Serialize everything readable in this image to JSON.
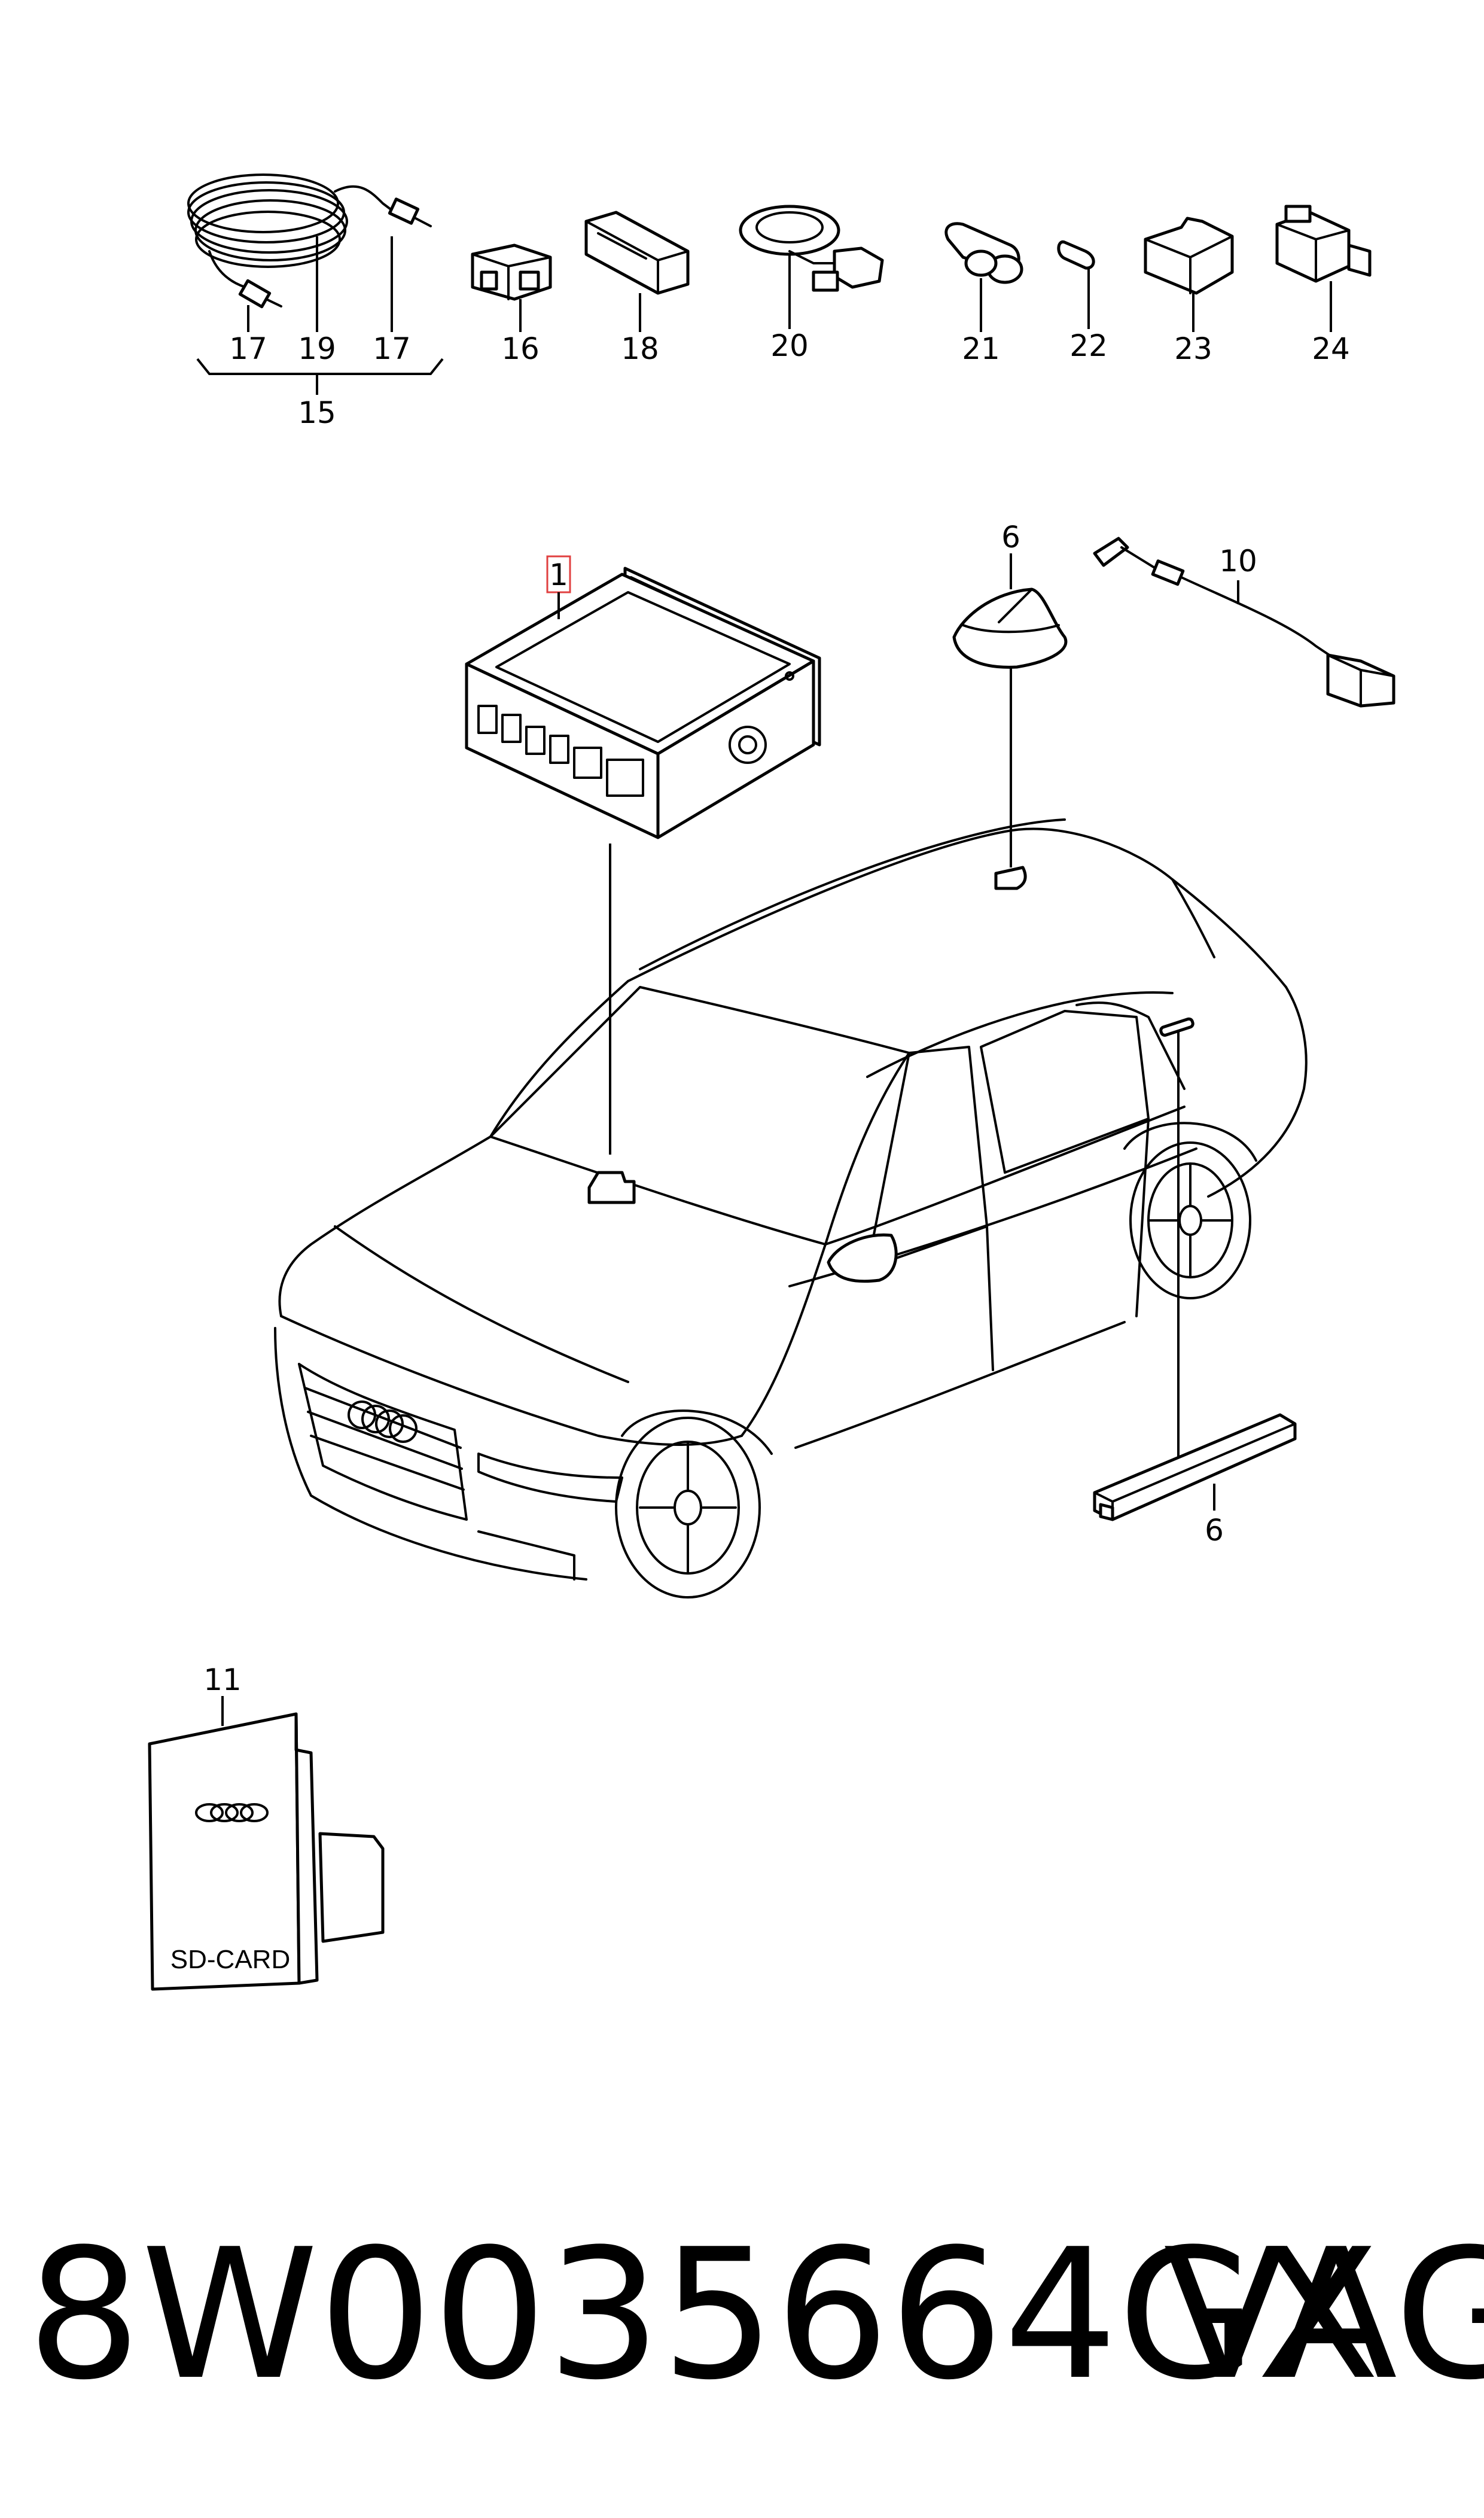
{
  "diagram": {
    "labels": {
      "l17a": "17",
      "l19": "19",
      "l17b": "17",
      "l15": "15",
      "l16": "16",
      "l18": "18",
      "l20": "20",
      "l21": "21",
      "l22": "22",
      "l23": "23",
      "l24": "24",
      "l1": "1",
      "l6a": "6",
      "l10": "10",
      "l6b": "6",
      "l11": "11"
    },
    "sd_card_text": "SD-CARD"
  },
  "footer": {
    "part_number": "8W0035664GX",
    "brand": "VAG"
  },
  "colors": {
    "line": "#000000",
    "highlight_box": "#e04040",
    "background": "#ffffff"
  }
}
